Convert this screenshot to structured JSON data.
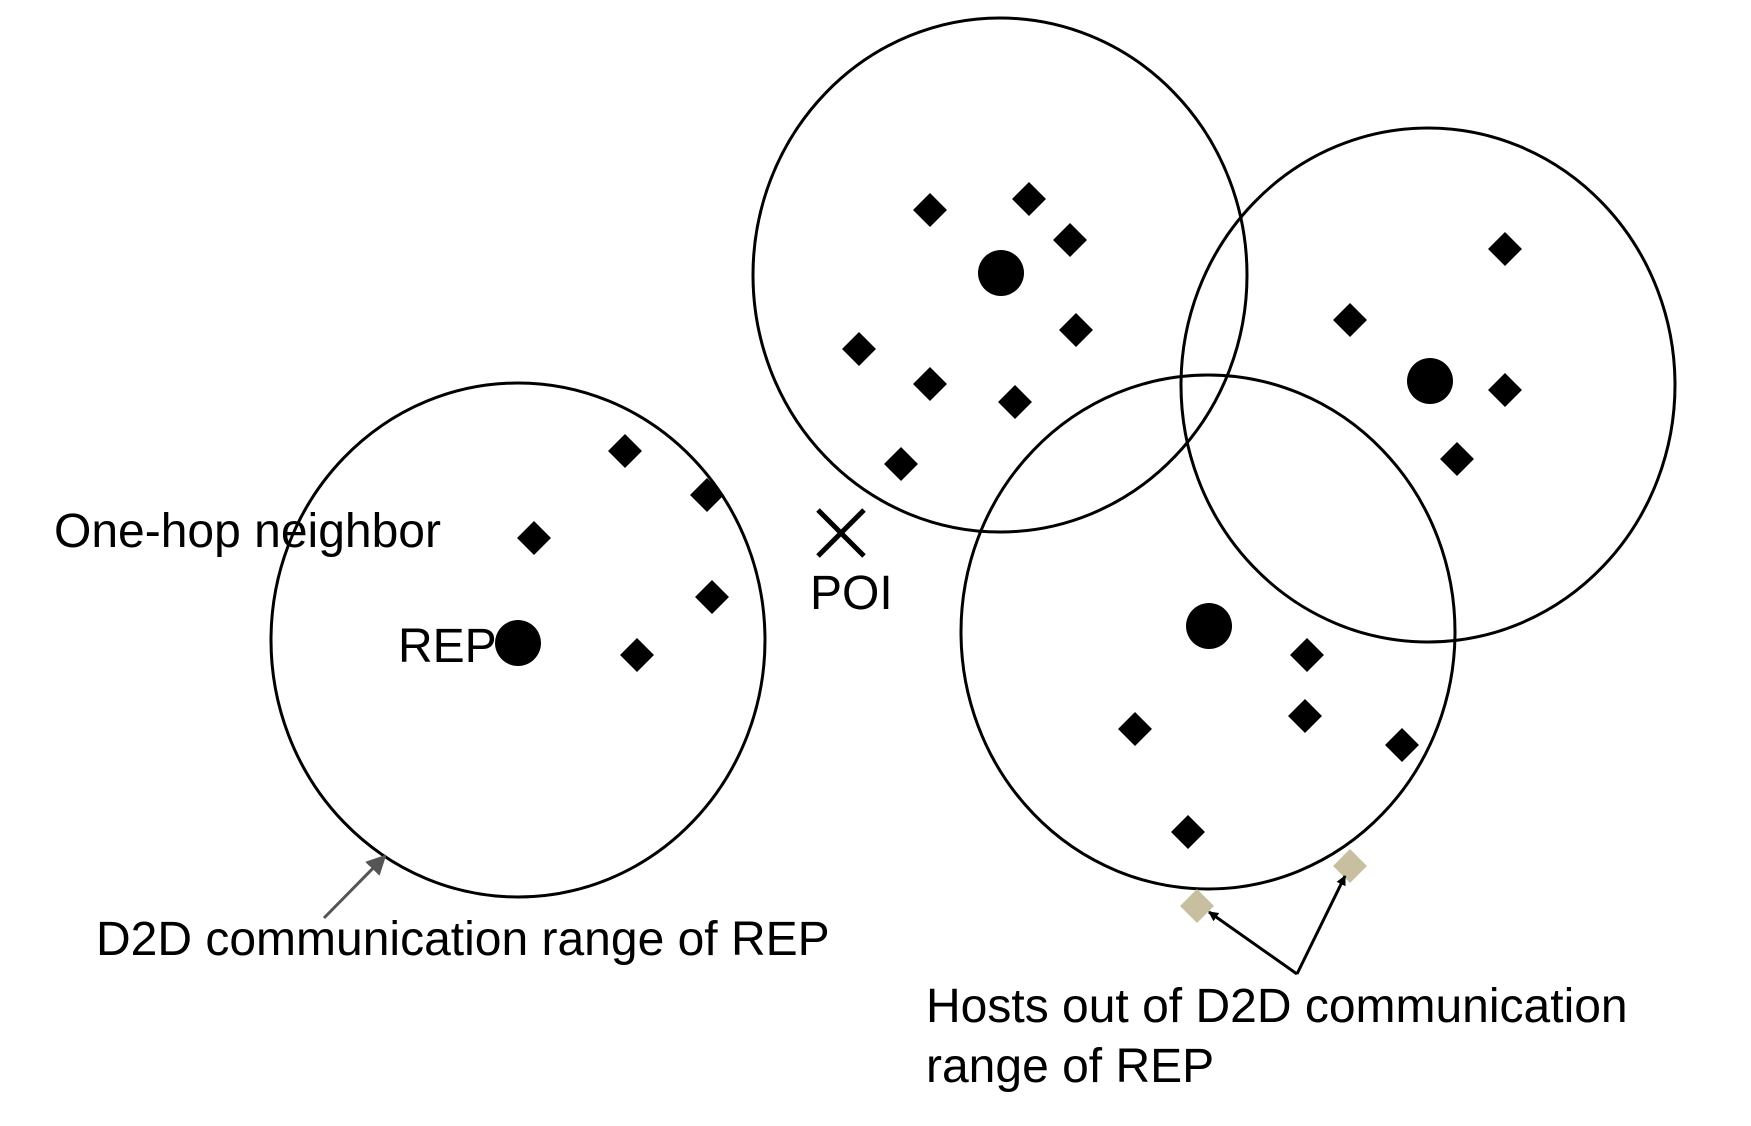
{
  "labels": {
    "one_hop_neighbor": "One-hop neighbor",
    "rep": "REP",
    "poi": "POI",
    "d2d_range": "D2D communication range of REP",
    "hosts_out_line1": "Hosts out of D2D communication",
    "hosts_out_line2": "range of REP"
  },
  "colors": {
    "stroke": "#000000",
    "node": "#000000",
    "out_of_range_host": "#c8bfa0",
    "pointer_arrow": "#555555"
  },
  "legend": {
    "rep_marker": "filled-circle",
    "neighbor_marker": "filled-diamond",
    "poi_marker": "x-cross",
    "out_of_range_marker": "tan-diamond"
  }
}
